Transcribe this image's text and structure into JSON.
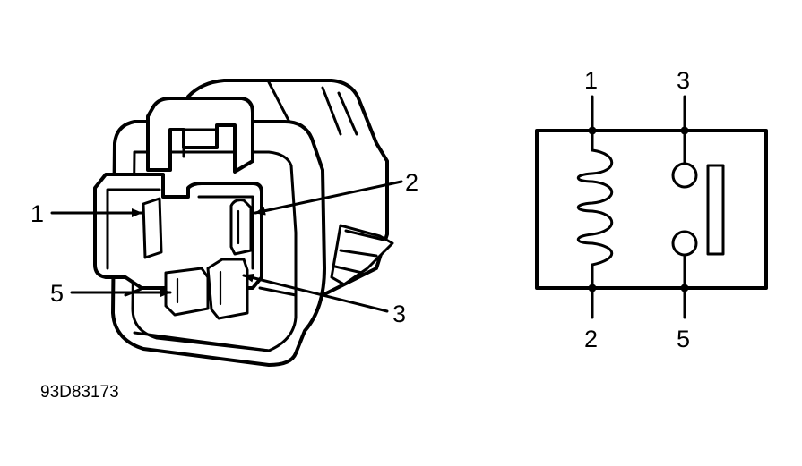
{
  "connector_labels": {
    "pin1": "1",
    "pin2": "2",
    "pin3": "3",
    "pin5": "5"
  },
  "schematic_labels": {
    "top_left": "1",
    "top_right": "3",
    "bottom_left": "2",
    "bottom_right": "5"
  },
  "figure_code": "93D83173"
}
